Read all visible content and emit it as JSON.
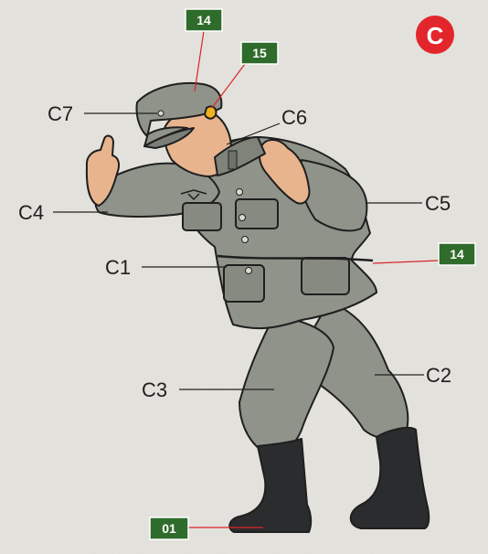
{
  "sheet_letter": "C",
  "colors": {
    "sheet_badge": "#e3262b",
    "color_badge": "#2f6b2a",
    "uniform": "#8f938a",
    "boots": "#2b2c2e",
    "skin": "#e7b48e",
    "leader_black": "#222222",
    "leader_red": "#d9262a"
  },
  "part_labels": [
    {
      "id": "C7",
      "text": "C7"
    },
    {
      "id": "C6",
      "text": "C6"
    },
    {
      "id": "C4",
      "text": "C4"
    },
    {
      "id": "C5",
      "text": "C5"
    },
    {
      "id": "C1",
      "text": "C1"
    },
    {
      "id": "C3",
      "text": "C3"
    },
    {
      "id": "C2",
      "text": "C2"
    }
  ],
  "color_refs": [
    {
      "id": "cap",
      "code": "14"
    },
    {
      "id": "insignia",
      "code": "15"
    },
    {
      "id": "belt",
      "code": "14"
    },
    {
      "id": "boot",
      "code": "01"
    }
  ]
}
